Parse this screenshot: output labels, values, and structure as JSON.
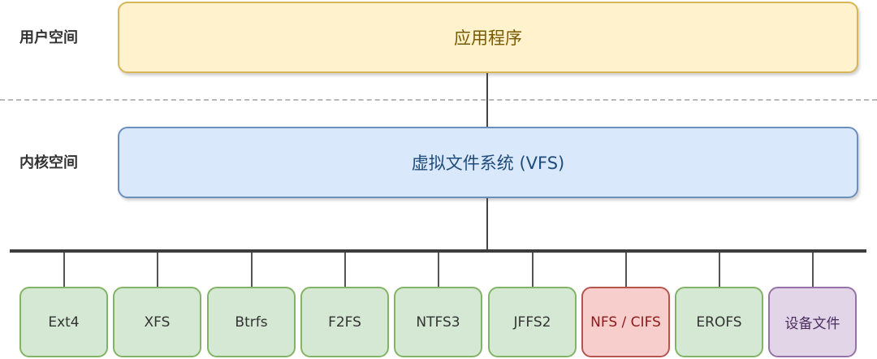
{
  "layers": {
    "user_space_label": "用户空间",
    "kernel_space_label": "内核空间"
  },
  "application": {
    "label": "应用程序",
    "fill": "#fff2cc",
    "stroke": "#d6b656"
  },
  "vfs": {
    "label": "虚拟文件系统 (VFS)",
    "fill": "#dae8fc",
    "stroke": "#6c8ebf"
  },
  "filesystems": [
    {
      "label": "Ext4",
      "kind": "local"
    },
    {
      "label": "XFS",
      "kind": "local"
    },
    {
      "label": "Btrfs",
      "kind": "local"
    },
    {
      "label": "F2FS",
      "kind": "local"
    },
    {
      "label": "NTFS3",
      "kind": "local"
    },
    {
      "label": "JFFS2",
      "kind": "local"
    },
    {
      "label": "NFS / CIFS",
      "kind": "network"
    },
    {
      "label": "EROFS",
      "kind": "local"
    },
    {
      "label": "设备文件",
      "kind": "device"
    }
  ],
  "colors": {
    "local_fill": "#d5e8d4",
    "local_stroke": "#82b366",
    "network_fill": "#f8cecc",
    "network_stroke": "#b85450",
    "device_fill": "#e1d5e7",
    "device_stroke": "#9673a6"
  }
}
